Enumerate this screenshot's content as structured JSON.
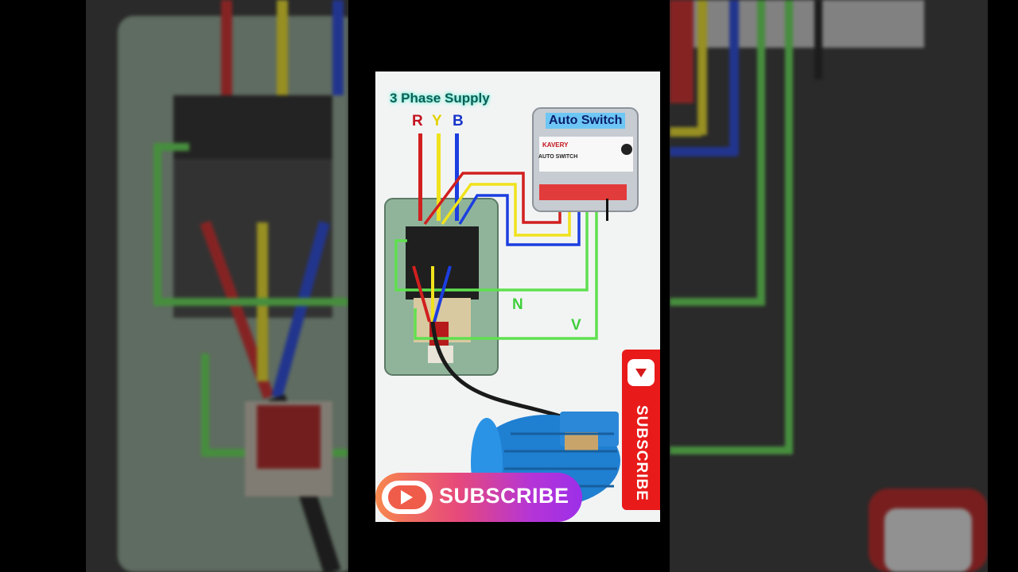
{
  "diagram": {
    "supply_title": "3 Phase Supply",
    "phases": {
      "r": "R",
      "y": "Y",
      "b": "B"
    },
    "neutral_label": "N",
    "v_label": "V",
    "auto_switch_title": "Auto Switch",
    "brand": "KAVERY",
    "brand_sub": "AUTO SWITCH"
  },
  "overlays": {
    "subscribe_pill": "SUBSCRIBE",
    "subscribe_vertical": "SUBSCRIBE"
  },
  "colors": {
    "red_wire": "#d11f1f",
    "yellow_wire": "#f0e21c",
    "blue_wire": "#1c3ee0",
    "green_wire": "#5fe04f",
    "motor": "#1f7fd1",
    "subscribe_red": "#e81a1a"
  }
}
